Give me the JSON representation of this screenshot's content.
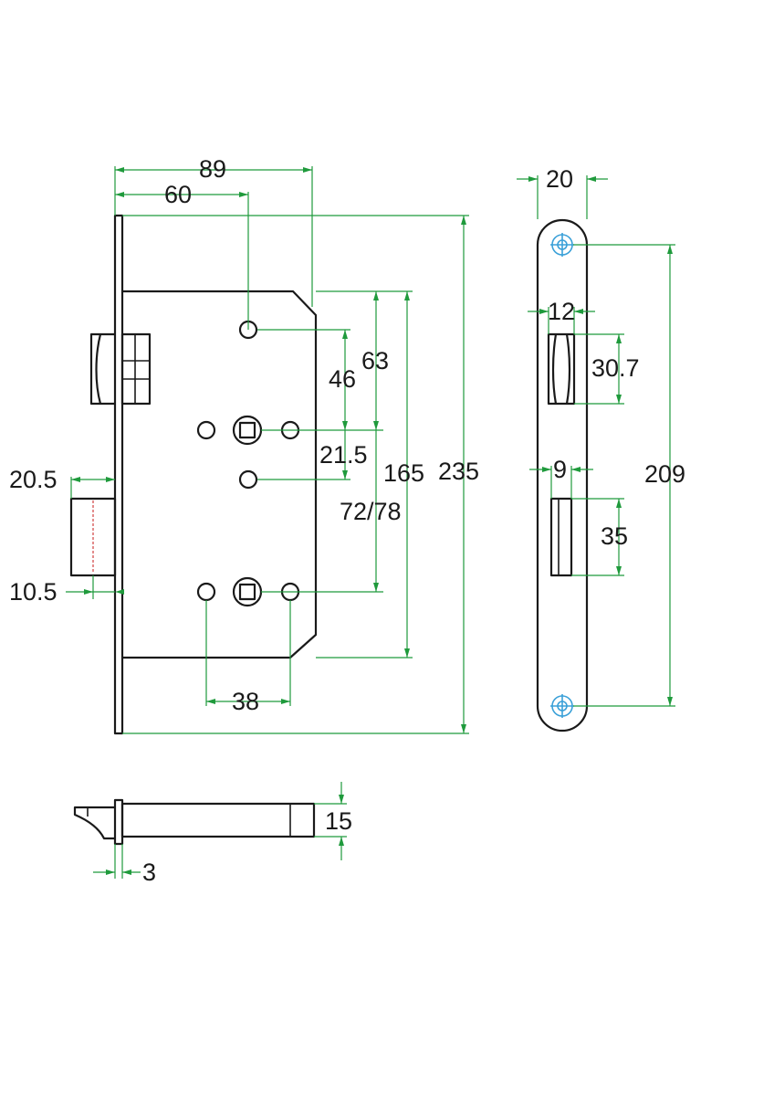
{
  "colors": {
    "line": "#1a1a1a",
    "dimension": "#1f9a3c",
    "screw": "#3aa0d8",
    "latch_mark": "#d04040"
  },
  "dimensions": {
    "overall_depth": "89",
    "backset": "60",
    "faceplate_width": "20",
    "latch_projection": "20.5",
    "bolt_projection": "10.5",
    "spindle_to_upper_hole": "46",
    "spindle_to_top": "63",
    "spindle_to_middle_hole": "21.5",
    "case_height": "165",
    "overall_height": "235",
    "centre_distance": "72/78",
    "lower_hole_spacing": "38",
    "latch_slot_width": "12",
    "latch_slot_height": "30.7",
    "bolt_slot_width": "9",
    "bolt_slot_height": "35",
    "screw_centres": "209",
    "case_thickness": "15",
    "faceplate_thickness": "3"
  }
}
